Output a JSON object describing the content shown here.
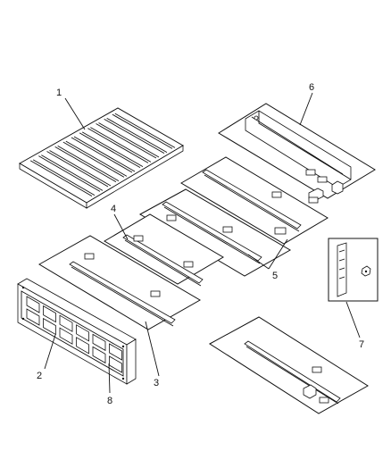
{
  "callouts": {
    "c1": "1",
    "c2": "2",
    "c3": "3",
    "c4": "4",
    "c5": "5",
    "c6": "6",
    "c7": "7",
    "c8": "8"
  },
  "parts": [
    {
      "callout": "1",
      "icon": "bed-floor-panel-icon"
    },
    {
      "callout": "2",
      "icon": "front-bed-panel-icon"
    },
    {
      "callout": "3",
      "icon": "crossmember-sheet-icon"
    },
    {
      "callout": "4",
      "icon": "crossmember-sheet-icon"
    },
    {
      "callout": "5",
      "icon": "crossmember-sheet-icon"
    },
    {
      "callout": "6",
      "icon": "side-rail-sheet-icon"
    },
    {
      "callout": "7",
      "icon": "bracket-inset-icon"
    },
    {
      "callout": "8",
      "icon": "panel-reference-icon"
    }
  ],
  "colors": {
    "line": "#111111",
    "background": "#ffffff"
  }
}
